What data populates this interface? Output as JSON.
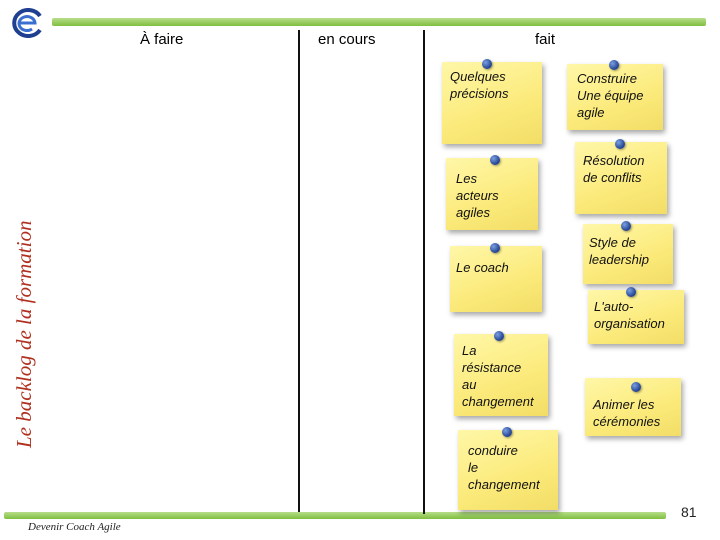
{
  "columns": {
    "todo": "À faire",
    "doing": "en cours",
    "done": "fait"
  },
  "side_title": "Le backlog de la formation",
  "footer": "Devenir Coach Agile",
  "page_number": "81",
  "notes": {
    "quelques_precisions": "Quelques\nprécisions",
    "construire_equipe": "Construire\nUne équipe\nagile",
    "acteurs_agiles": "Les\nacteurs\nagiles",
    "resolution_conflits": "Résolution\nde conflits",
    "le_coach": "Le coach",
    "style_leadership": "Style de\nleadership",
    "auto_organisation": "L'auto-\norganisation",
    "resistance_changement": "La\nrésistance\nau\nchangement",
    "animer_ceremonies": "Animer les\ncérémonies",
    "conduire_changement": "conduire\nle\nchangement"
  },
  "colors": {
    "accent_green": "#7fbf3f",
    "title_red": "#b03020",
    "note_yellow": "#fbea7a",
    "pin_blue": "#1f3f90"
  }
}
